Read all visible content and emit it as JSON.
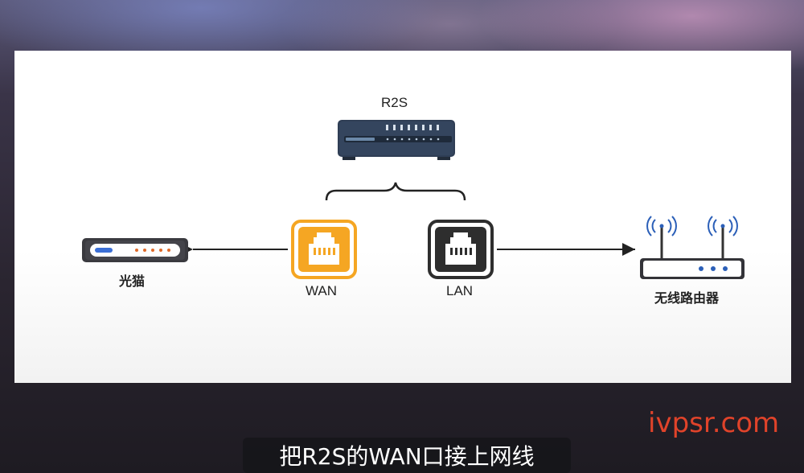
{
  "diagram": {
    "r2s_label": "R2S",
    "wan_label": "WAN",
    "lan_label": "LAN",
    "modem_label": "光猫",
    "router_label": "无线路由器",
    "colors": {
      "wan_accent": "#f5a623",
      "lan_accent": "#2e2e2e",
      "device_dark": "#2f3e55"
    }
  },
  "watermark": "ivpsr.com",
  "subtitle": "把R2S的WAN口接上网线"
}
